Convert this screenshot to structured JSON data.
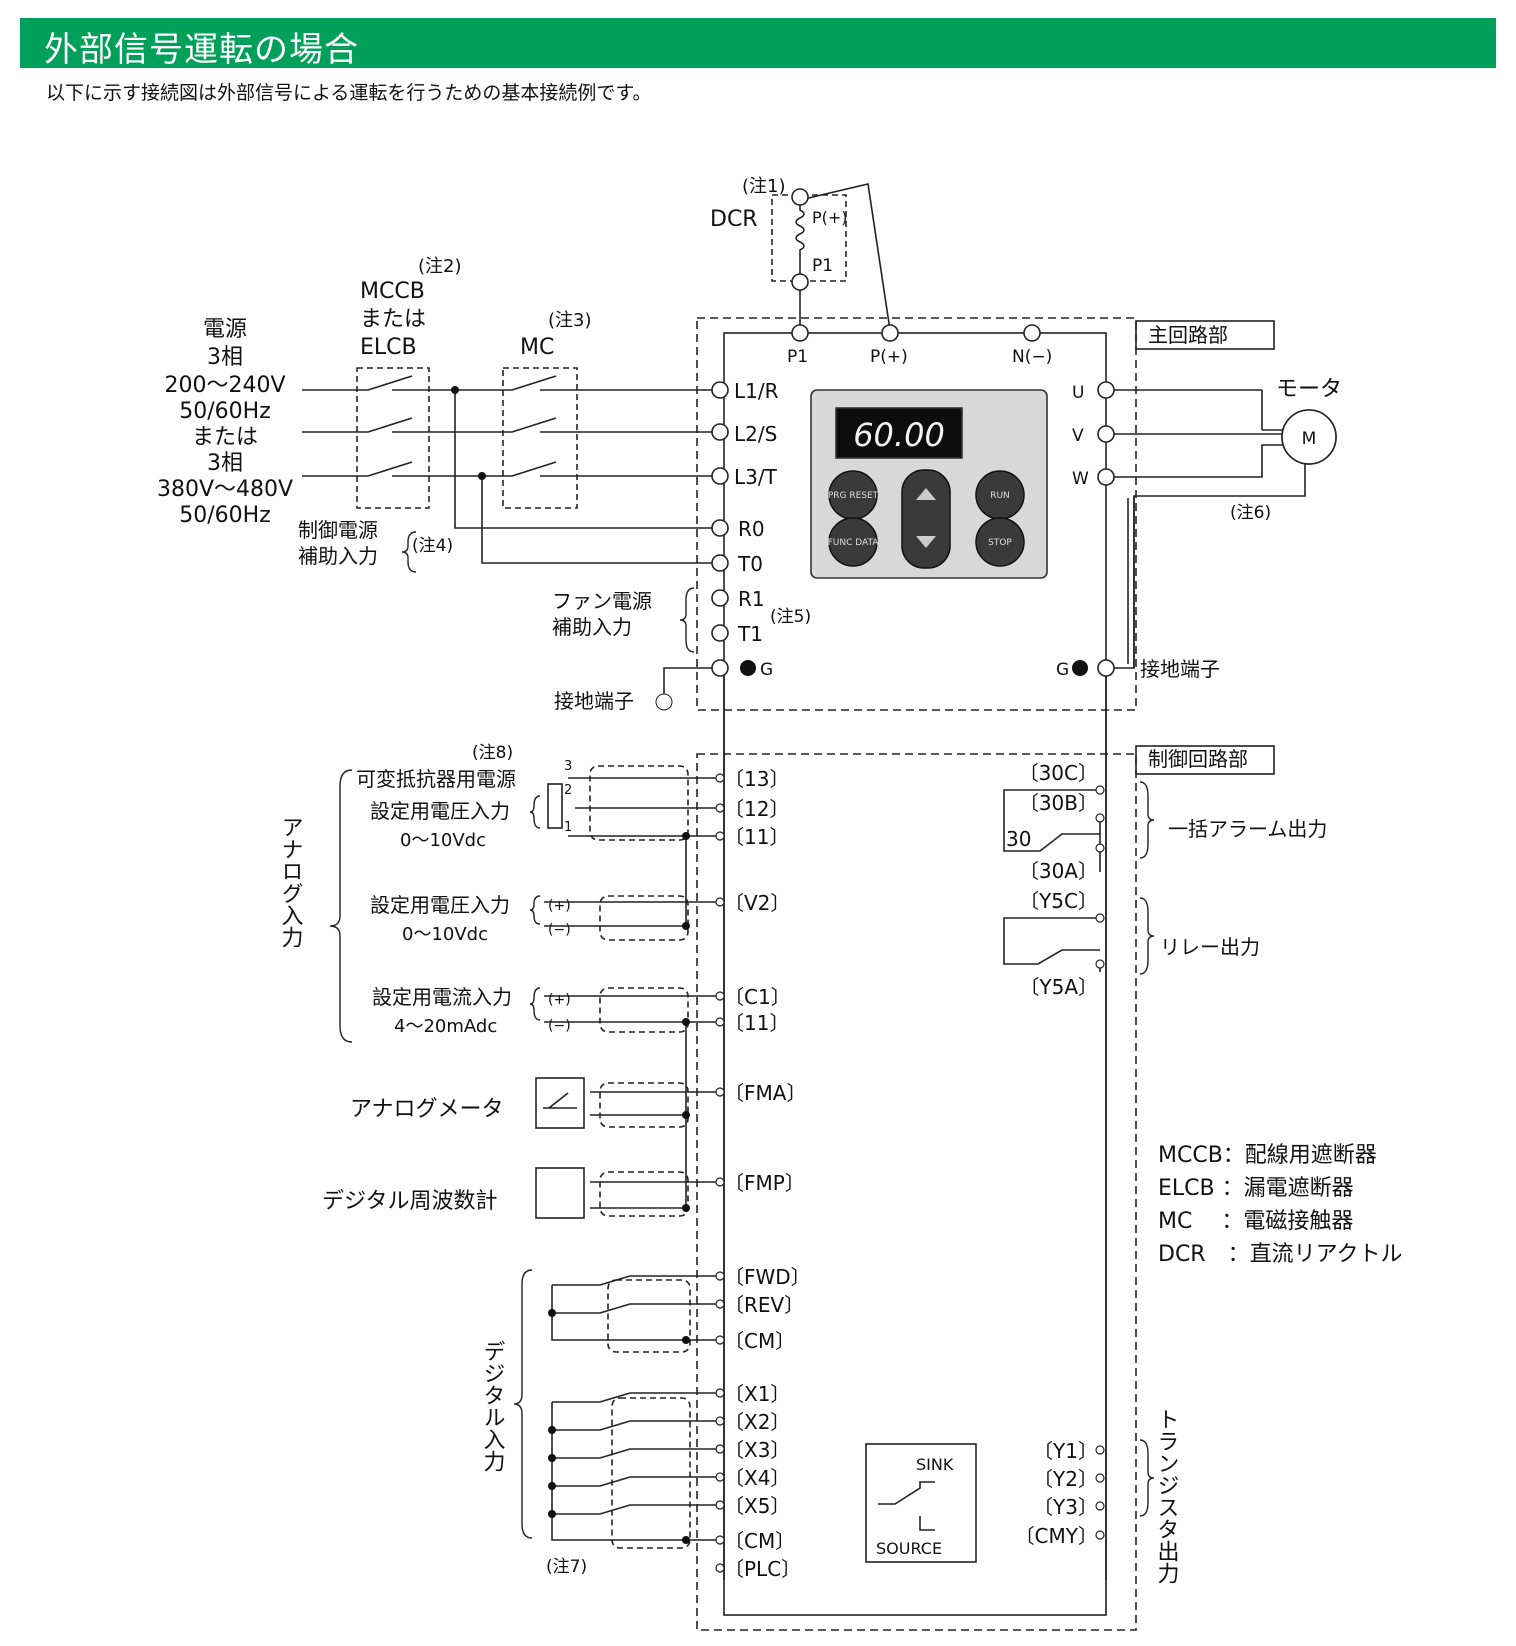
{
  "header": {
    "title": "外部信号運転の場合"
  },
  "intro": "以下に示す接続図は外部信号による運転を行うための基本接続例です。",
  "diagram": {
    "note1": "(注1)",
    "dcr": "DCR",
    "dcr_p_plus": "P(+)",
    "dcr_p1": "P1",
    "note2": "(注2)",
    "mccb_1": "MCCB",
    "mccb_2": "または",
    "mccb_3": "ELCB",
    "note3": "(注3)",
    "mc": "MC",
    "power_1": "電源",
    "power_2": "3相",
    "power_3": "200～240V",
    "power_4": "50/60Hz",
    "power_5": "または",
    "power_6": "3相",
    "power_7": "380V～480V",
    "power_8": "50/60Hz",
    "main_circuit": "主回路部",
    "term_p1": "P1",
    "term_pplus": "P(+)",
    "term_nminus": "N(−)",
    "term_l1": "L1/R",
    "term_l2": "L2/S",
    "term_l3": "L3/T",
    "term_r0": "R0",
    "term_t0": "T0",
    "term_r1": "R1",
    "term_t1": "T1",
    "term_g_left": "G",
    "ctrl_power_1": "制御電源",
    "ctrl_power_2": "補助入力",
    "note4": "(注4)",
    "fan_power_1": "ファン電源",
    "fan_power_2": "補助入力",
    "note5": "(注5)",
    "ground_left": "接地端子",
    "term_u": "U",
    "term_v": "V",
    "term_w": "W",
    "motor": "モータ",
    "motor_m": "M",
    "note6": "(注6)",
    "term_g_right": "G",
    "ground_right": "接地端子",
    "keypad_display": "60.00",
    "keypad_keys": [
      "PRG RESET",
      "",
      "RUN",
      "FUNC DATA",
      "",
      "STOP"
    ],
    "control_circuit": "制御回路部",
    "note8": "(注8)",
    "pot_power": "可変抵抗器用電源",
    "pot_3": "3",
    "pot_2": "2",
    "pot_1": "1",
    "volt_in_1": "設定用電圧入力",
    "volt_range_1": "0～10Vdc",
    "analog_input": "アナログ入力",
    "volt_in_2": "設定用電圧入力",
    "volt_range_2": "0～10Vdc",
    "plus": "(+)",
    "minus": "(−)",
    "cur_in": "設定用電流入力",
    "cur_range": "4～20mAdc",
    "analog_meter": "アナログメータ",
    "digital_freq": "デジタル周波数計",
    "digital_input": "デジタル入力",
    "note7": "(注7)",
    "term_13": "〔13〕",
    "term_12": "〔12〕",
    "term_11a": "〔11〕",
    "term_v2": "〔V2〕",
    "term_c1": "〔C1〕",
    "term_11b": "〔11〕",
    "term_fma": "〔FMA〕",
    "term_fmp": "〔FMP〕",
    "term_fwd": "〔FWD〕",
    "term_rev": "〔REV〕",
    "term_cm1": "〔CM〕",
    "term_x1": "〔X1〕",
    "term_x2": "〔X2〕",
    "term_x3": "〔X3〕",
    "term_x4": "〔X4〕",
    "term_x5": "〔X5〕",
    "term_cm2": "〔CM〕",
    "term_plc": "〔PLC〕",
    "term_30c": "〔30C〕",
    "term_30b": "〔30B〕",
    "label_30": "30",
    "term_30a": "〔30A〕",
    "alarm_out": "一括アラーム出力",
    "term_y5c": "〔Y5C〕",
    "term_y5a": "〔Y5A〕",
    "relay_out": "リレー出力",
    "sink": "SINK",
    "source": "SOURCE",
    "term_y1": "〔Y1〕",
    "term_y2": "〔Y2〕",
    "term_y3": "〔Y3〕",
    "term_cmy": "〔CMY〕",
    "transistor_out": "トランジスタ出力",
    "legend": [
      "MCCB：配線用遮断器",
      "ELCB ：漏電遮断器",
      "MC　 ：電磁接触器",
      "DCR　：直流リアクトル"
    ]
  }
}
